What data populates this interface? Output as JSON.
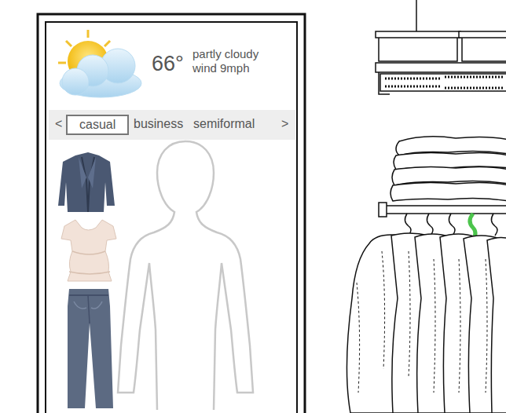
{
  "diagram": {
    "nodes": [
      {
        "text": [
          "66°",
          "partly cloudy wind 9mph"
        ]
      },
      {
        "text": [
          "<",
          "business",
          "semiformal",
          ">"
        ],
        "in": 0
      },
      {
        "text": [
          "casual"
        ],
        "in": 1
      }
    ]
  }
}
